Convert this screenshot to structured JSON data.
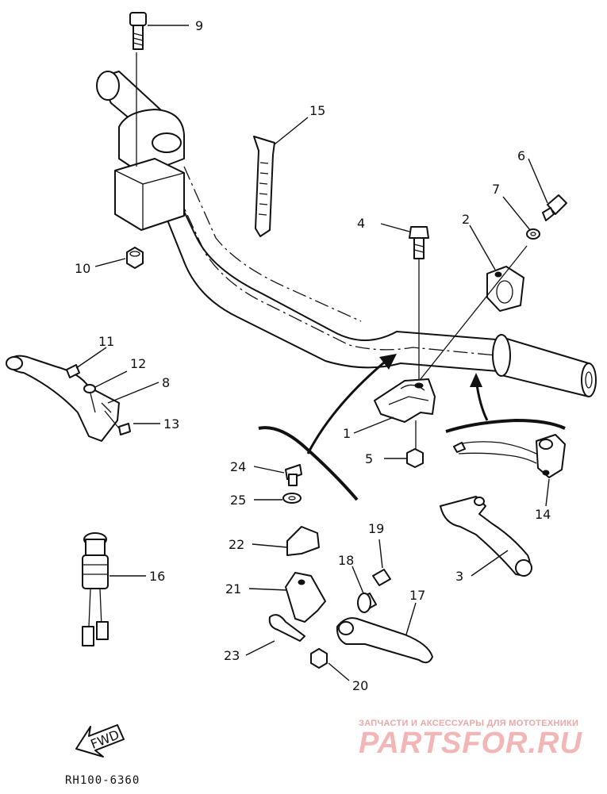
{
  "parts": [
    {
      "no": "1"
    },
    {
      "no": "2"
    },
    {
      "no": "3"
    },
    {
      "no": "4"
    },
    {
      "no": "5"
    },
    {
      "no": "6"
    },
    {
      "no": "7"
    },
    {
      "no": "8"
    },
    {
      "no": "9"
    },
    {
      "no": "10"
    },
    {
      "no": "11"
    },
    {
      "no": "12"
    },
    {
      "no": "13"
    },
    {
      "no": "14"
    },
    {
      "no": "15"
    },
    {
      "no": "16"
    },
    {
      "no": "17"
    },
    {
      "no": "18"
    },
    {
      "no": "19"
    },
    {
      "no": "20"
    },
    {
      "no": "21"
    },
    {
      "no": "22"
    },
    {
      "no": "23"
    },
    {
      "no": "24"
    },
    {
      "no": "25"
    }
  ],
  "fwd_label": "FWD",
  "diagram_code": "RH100-6360",
  "watermark": {
    "tagline": "ЗАПЧАСТИ И АКСЕССУАРЫ ДЛЯ МОТОТЕХНИКИ",
    "brand": "PARTSFOR.RU"
  }
}
